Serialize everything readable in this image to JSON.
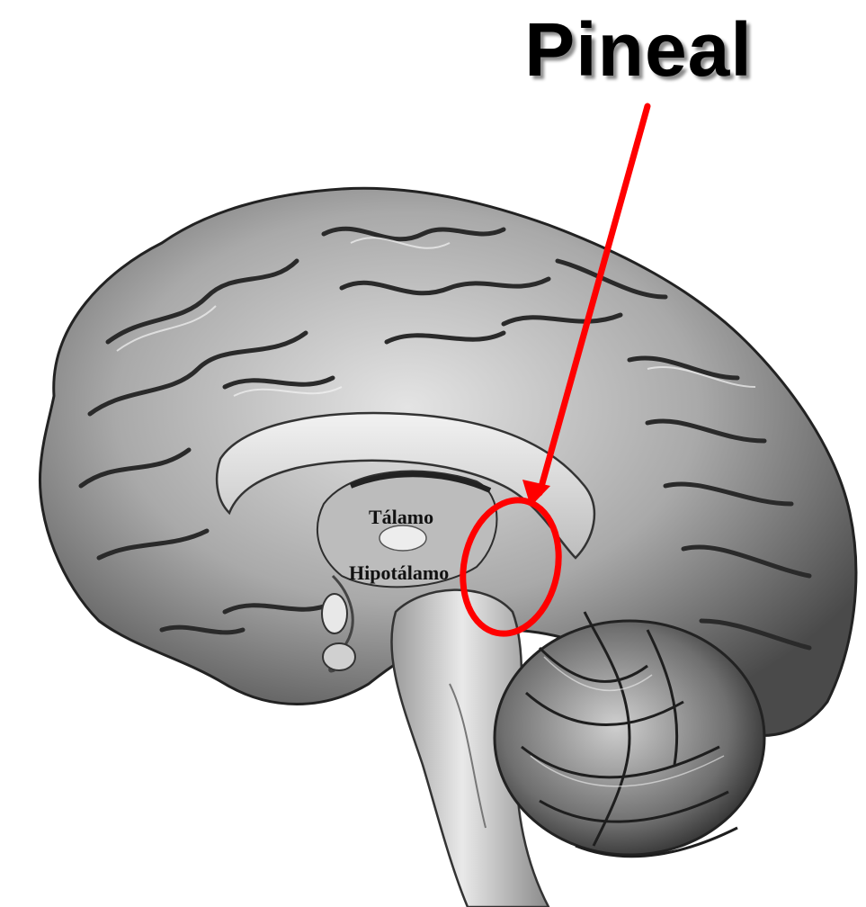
{
  "figure": {
    "title": "Pineal",
    "labels": {
      "talamo": "Tálamo",
      "hipotalamo": "Hipotálamo"
    },
    "colors": {
      "annotation": "#ff0000",
      "title": "#000000",
      "brain_light": "#d9d9d9",
      "brain_mid": "#9a9a9a",
      "brain_dark": "#3a3a3a"
    },
    "icons": {
      "brain": "brain-illustration",
      "pointer": "arrow-icon",
      "highlight": "circle-highlight"
    }
  }
}
